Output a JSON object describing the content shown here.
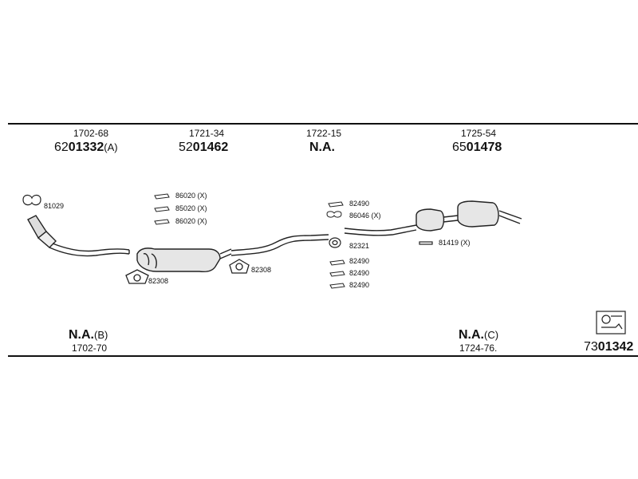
{
  "top_parts": [
    {
      "ref": "1702-68",
      "prefix": "62",
      "number": "01332",
      "suffix": "(A)"
    },
    {
      "ref": "1721-34",
      "prefix": "52",
      "number": "01462",
      "suffix": ""
    },
    {
      "ref": "1722-15",
      "prefix": "",
      "number": "N.A.",
      "suffix": ""
    },
    {
      "ref": "1725-54",
      "prefix": "65",
      "number": "01478",
      "suffix": ""
    }
  ],
  "bottom_parts": [
    {
      "ref": "1702-70",
      "prefix": "",
      "number": "N.A.",
      "suffix": "(B)"
    },
    {
      "ref": "1724-76.",
      "prefix": "",
      "number": "N.A.",
      "suffix": "(C)"
    }
  ],
  "kit": {
    "prefix": "73",
    "number": "01342"
  },
  "accessories": {
    "a81029": "81029",
    "group1": [
      "86020 (X)",
      "85020 (X)",
      "86020 (X)"
    ],
    "a82308_left": "82308",
    "a82308_right": "82308",
    "group2_top": [
      "82490",
      "86046 (X)"
    ],
    "a82321": "82321",
    "group2_bottom": [
      "82490",
      "82490",
      "82490"
    ],
    "a81419": "81419 (X)"
  }
}
